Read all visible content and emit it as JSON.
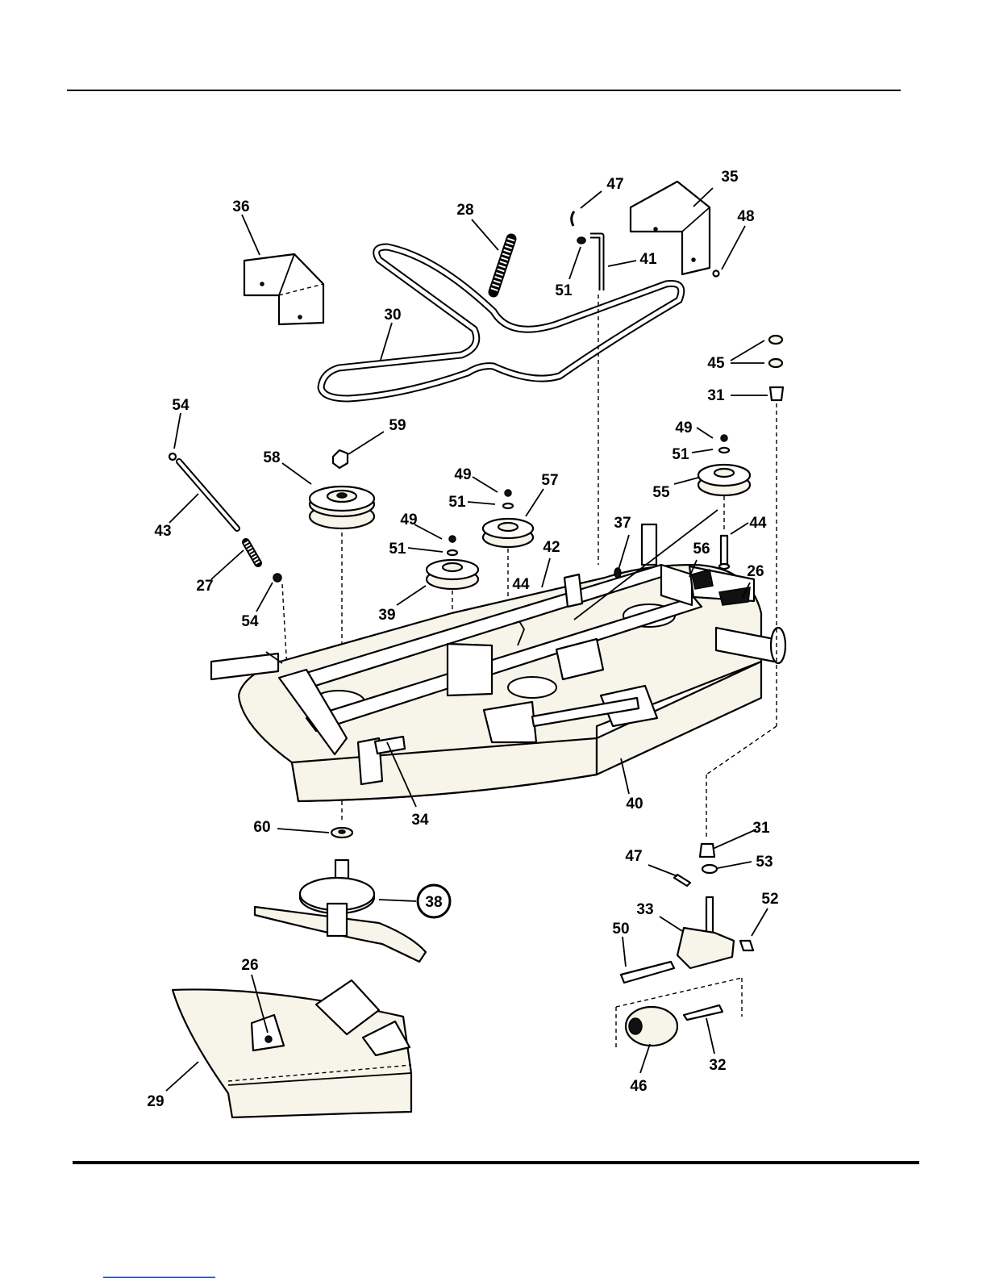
{
  "diagram": {
    "callouts": {
      "c26a": "26",
      "c26b": "26",
      "c27": "27",
      "c28": "28",
      "c29": "29",
      "c30": "30",
      "c31a": "31",
      "c31b": "31",
      "c32": "32",
      "c33": "33",
      "c34": "34",
      "c35": "35",
      "c36": "36",
      "c37": "37",
      "c38": "38",
      "c39": "39",
      "c40": "40",
      "c41": "41",
      "c42": "42",
      "c43": "43",
      "c44a": "44",
      "c44b": "44",
      "c45": "45",
      "c46": "46",
      "c47a": "47",
      "c47b": "47",
      "c48": "48",
      "c49a": "49",
      "c49b": "49",
      "c49c": "49",
      "c50": "50",
      "c51a": "51",
      "c51b": "51",
      "c51c": "51",
      "c51d": "51",
      "c52": "52",
      "c53": "53",
      "c54a": "54",
      "c54b": "54",
      "c55": "55",
      "c56": "56",
      "c57": "57",
      "c58": "58",
      "c59": "59",
      "c60": "60"
    },
    "colors": {
      "ink": "#000000",
      "part_fill": "#f7f4ea",
      "footer_link": "#1f3fbf"
    }
  }
}
